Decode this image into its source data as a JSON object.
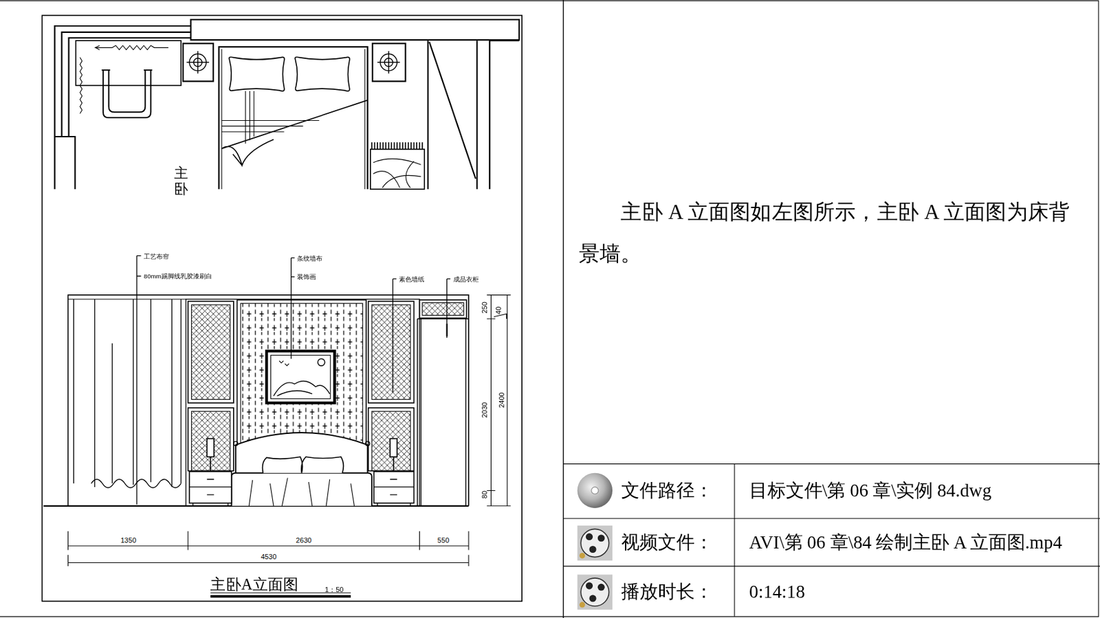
{
  "diagram": {
    "caption": "主卧A立面图",
    "labels": [
      "主卧",
      "工艺布帘",
      "80mm踢脚线乳胶漆刷白",
      "条纹墙布",
      "装饰画",
      "素色墙纸",
      "成品衣柜",
      "250",
      "40",
      "2030",
      "2400",
      "80",
      "1350",
      "2630",
      "550",
      "4530",
      "1：50",
      "主卧 A 立面图如左图所示，主卧 A 立面图为床背景墙。",
      "文件路径：",
      "目标文件\\第 06 章\\实例 84.dwg",
      "视频文件：",
      "AVI\\第 06 章\\84 绘制主卧 A 立面图.mp4",
      "播放时长：",
      "0:14:18"
    ]
  }
}
